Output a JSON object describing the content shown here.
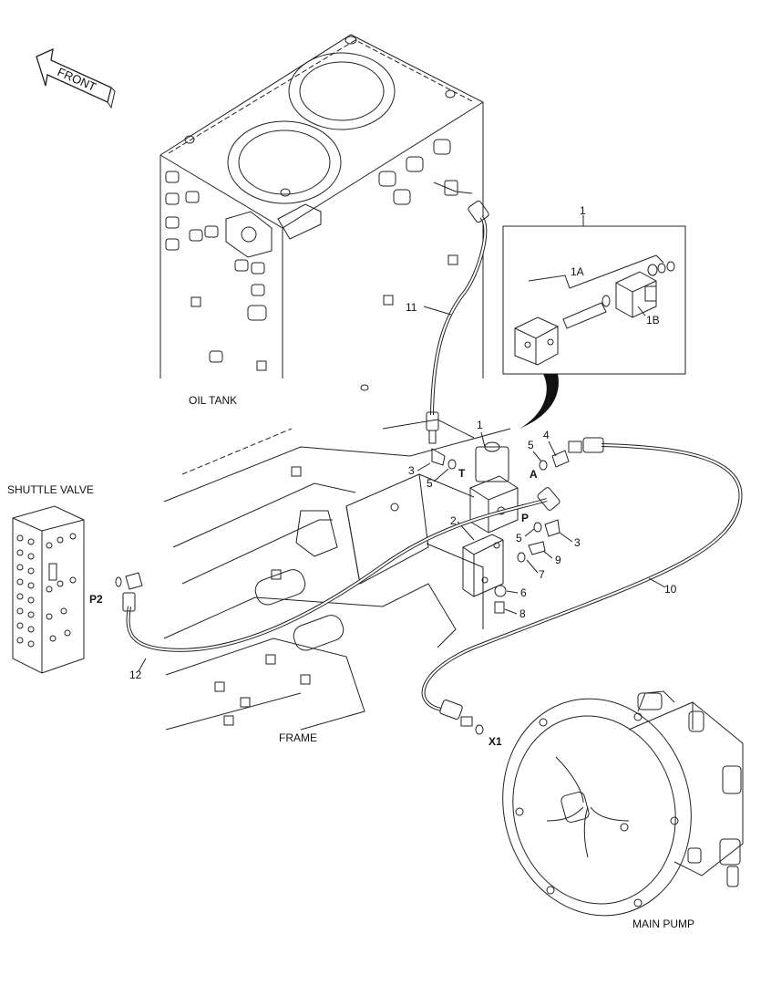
{
  "front_label": "FRONT",
  "components": {
    "oil_tank": "OIL TANK",
    "shuttle_valve": "SHUTTLE VALVE",
    "frame": "FRAME",
    "main_pump": "MAIN PUMP"
  },
  "port_labels": {
    "t": "T",
    "a": "A",
    "p": "P",
    "p2": "P2",
    "x1": "X1"
  },
  "callouts": {
    "c1_inset": "1",
    "c1a": "1A",
    "c1b": "1B",
    "c11": "11",
    "c1": "1",
    "c4": "4",
    "c5_top": "5",
    "c3_left": "3",
    "c5_left": "5",
    "c2": "2",
    "c5_right": "5",
    "c3_right": "3",
    "c9": "9",
    "c7": "7",
    "c6": "6",
    "c8": "8",
    "c10": "10",
    "c12": "12"
  }
}
